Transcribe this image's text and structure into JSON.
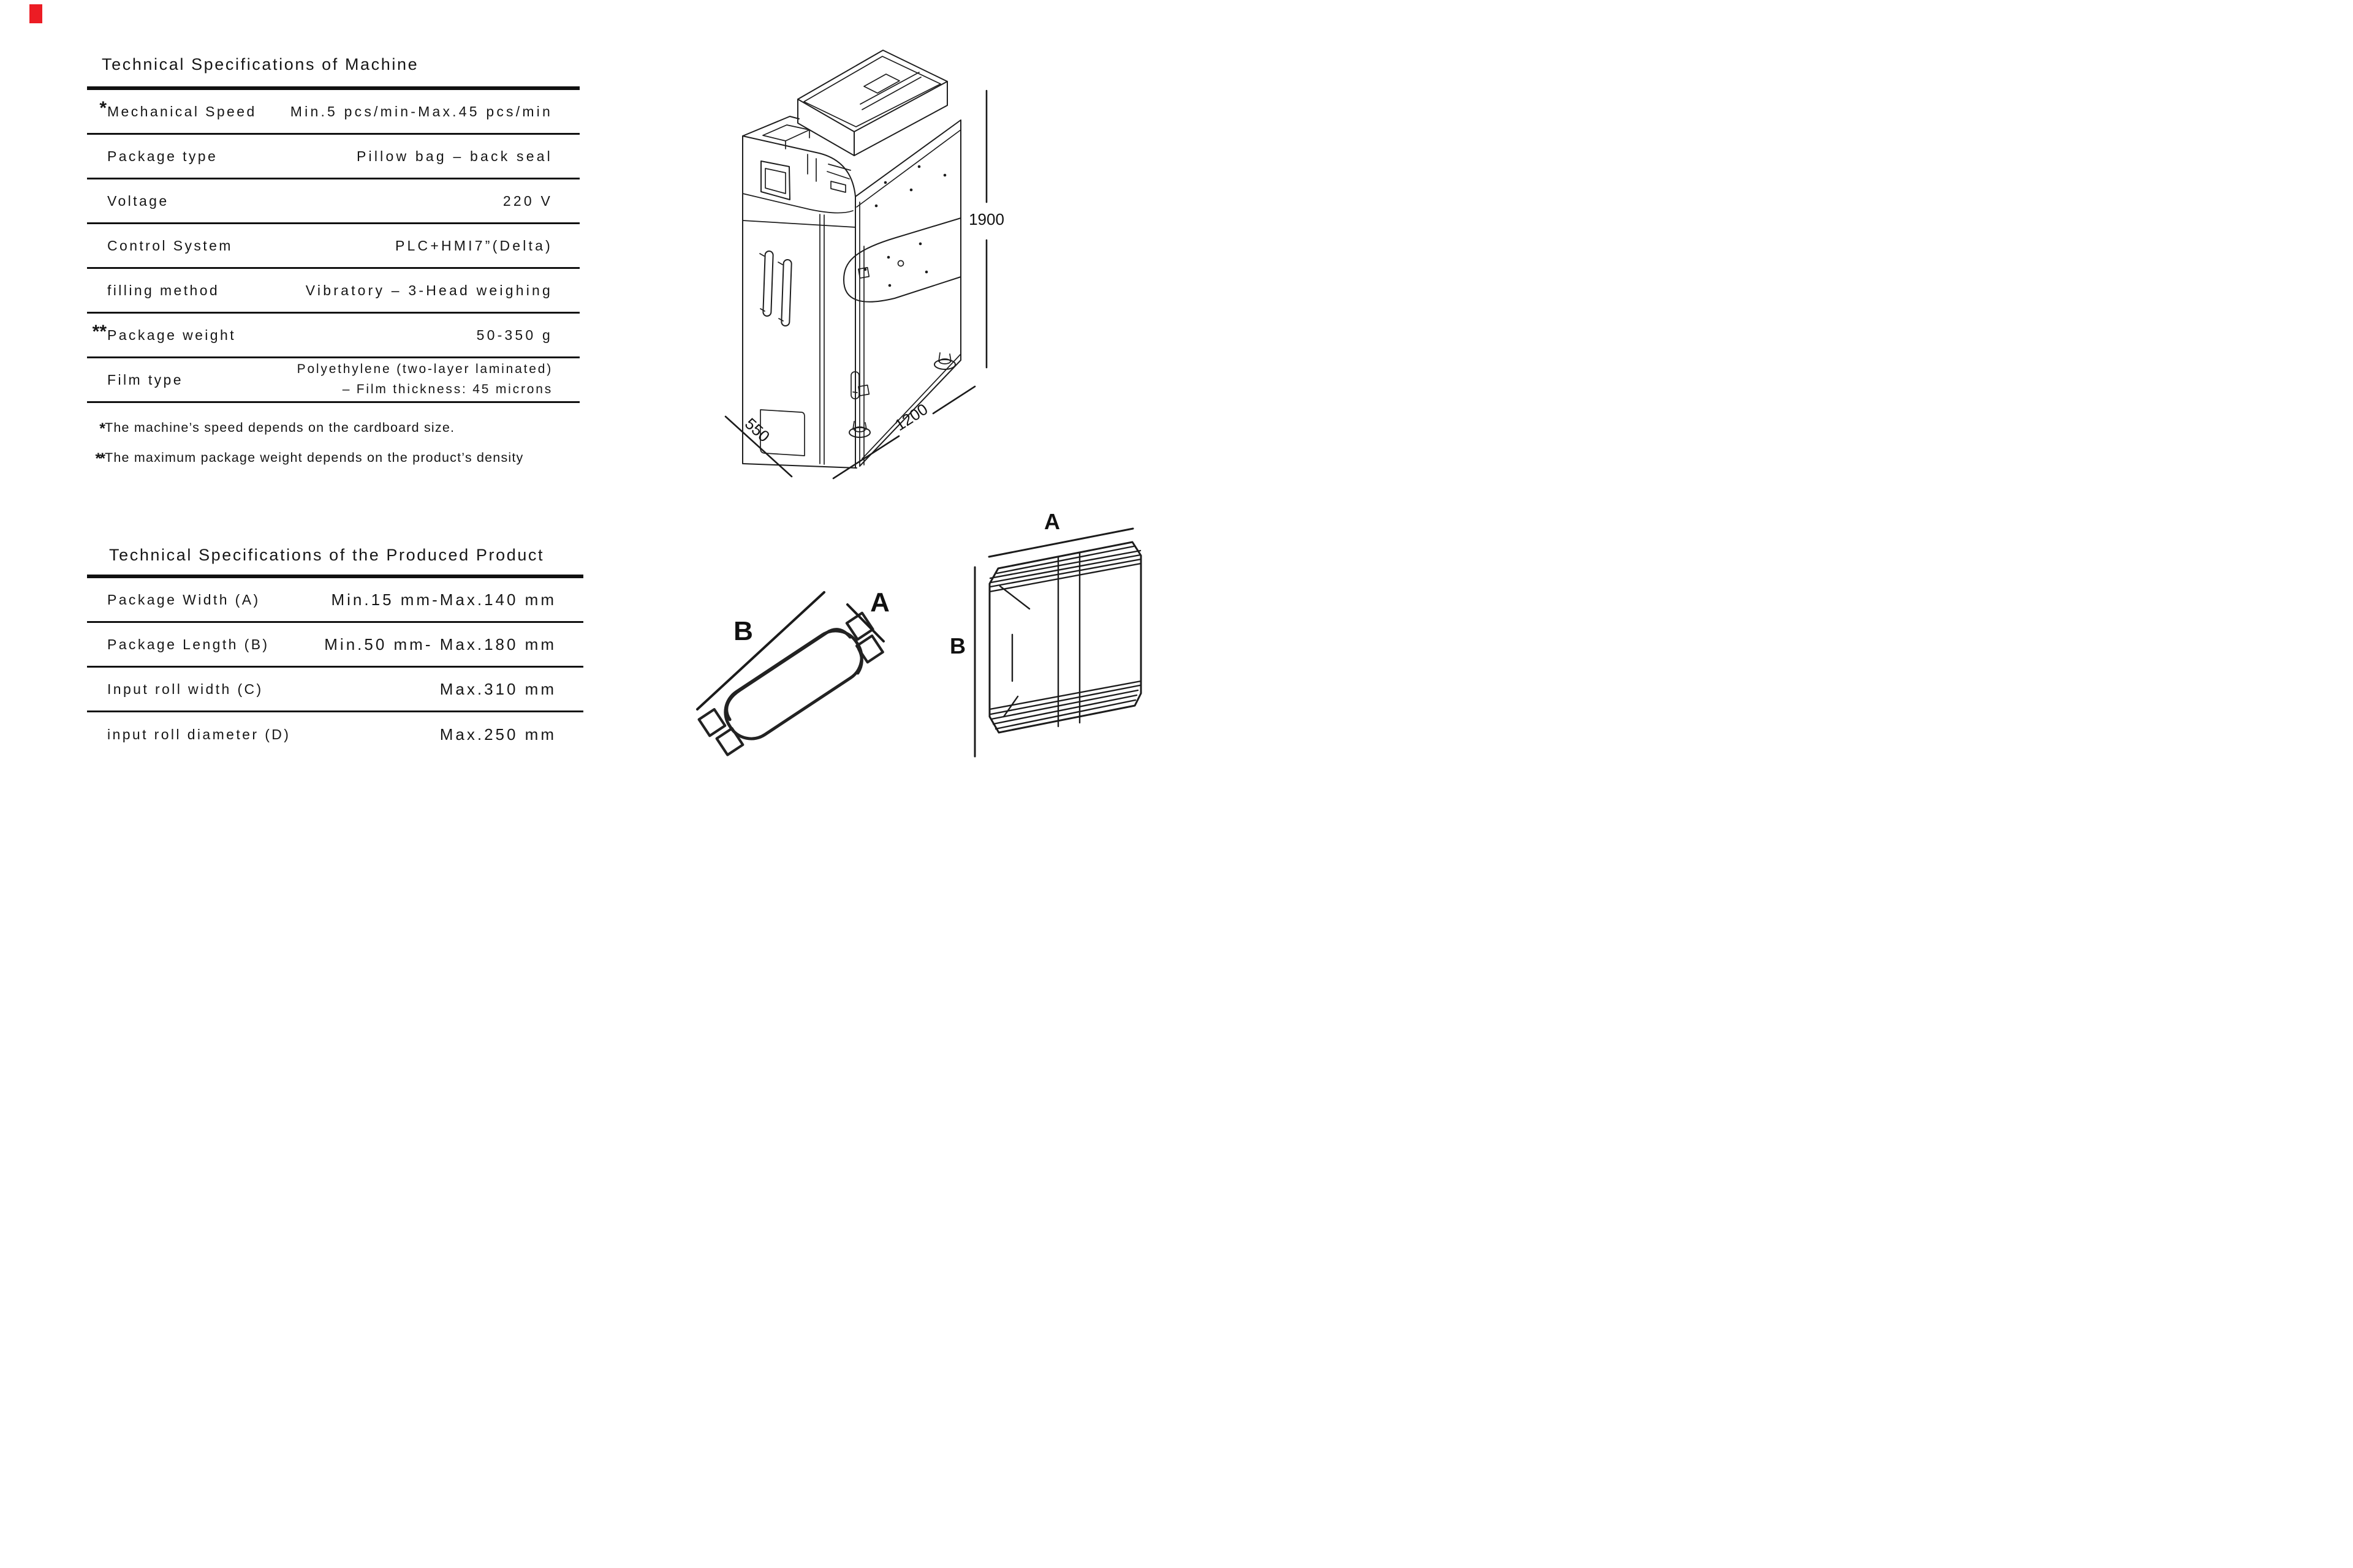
{
  "page": {
    "background": "#ffffff",
    "text_color": "#161616",
    "corner_marker_color": "#ec1c24"
  },
  "machine_table": {
    "title": "Technical Specifications of Machine",
    "rows": [
      {
        "prefix": "*",
        "label": "Mechanical Speed",
        "value": "Min.5 pcs/min-Max.45 pcs/min"
      },
      {
        "prefix": "",
        "label": "Package type",
        "value": "Pillow bag – back seal"
      },
      {
        "prefix": "",
        "label": "Voltage",
        "value": "220 V"
      },
      {
        "prefix": "",
        "label": "Control System",
        "value": "PLC+HMI7”(Delta)"
      },
      {
        "prefix": "",
        "label": "filling method",
        "value": "Vibratory – 3-Head weighing"
      },
      {
        "prefix": "**",
        "label": "Package weight",
        "value": "50-350 g"
      },
      {
        "prefix": "",
        "label": "Film type",
        "value": "Polyethylene (two-layer laminated)",
        "value_line2": "– Film thickness: 45 microns"
      }
    ],
    "footnotes": [
      {
        "prefix": "*",
        "text": "The machine’s speed depends on the cardboard size."
      },
      {
        "prefix": "**",
        "text": "The maximum package weight depends on the product’s density"
      }
    ]
  },
  "product_table": {
    "title": "Technical Specifications of the Produced Product",
    "rows": [
      {
        "label": "Package Width (A)",
        "value": "Min.15 mm-Max.140 mm"
      },
      {
        "label": "Package Length (B)",
        "value": "Min.50 mm- Max.180 mm"
      },
      {
        "label": "Input roll width (C)",
        "value": "Max.310 mm"
      },
      {
        "label": "input roll diameter (D)",
        "value": "Max.250 mm"
      }
    ]
  },
  "machine_drawing": {
    "height_label": "1900",
    "depth_label": "550",
    "width_label": "1200"
  },
  "pillow_bag_3d": {
    "length_label": "B",
    "width_label": "A"
  },
  "pillow_bag_front": {
    "width_label": "A",
    "length_label": "B"
  }
}
